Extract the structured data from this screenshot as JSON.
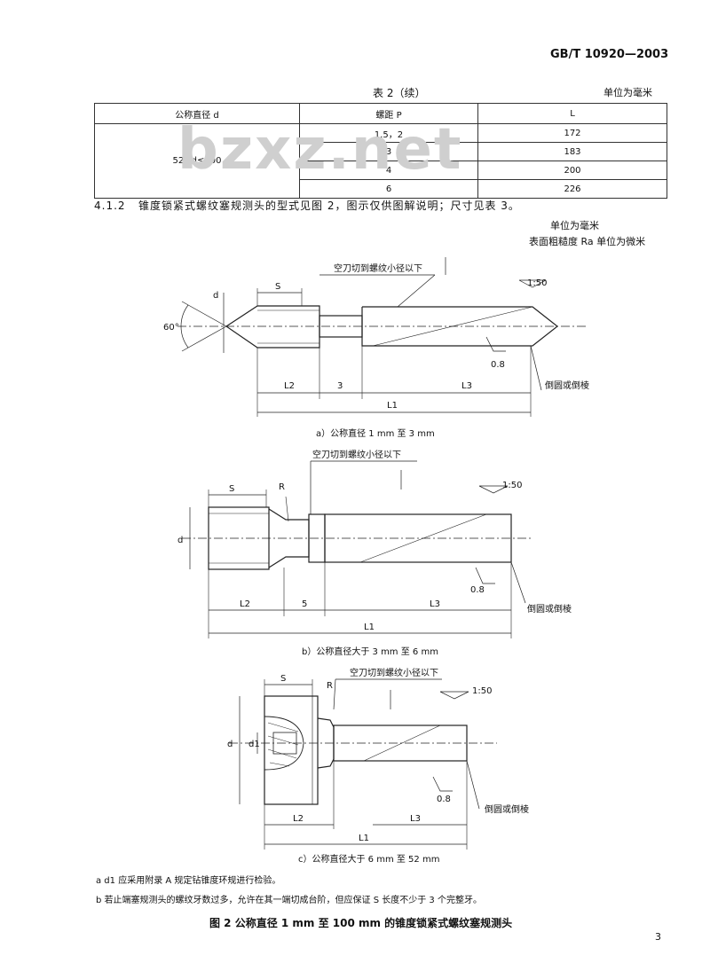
{
  "header": {
    "standard": "GB/T 10920—2003"
  },
  "table2": {
    "caption": "表 2（续）",
    "unit": "单位为毫米",
    "columns": [
      "公称直径 d",
      "螺距 P",
      "L"
    ],
    "range_label": "52<d≤100",
    "rows": [
      {
        "pitch": "1.5，2",
        "L": "172"
      },
      {
        "pitch": "3",
        "L": "183"
      },
      {
        "pitch": "4",
        "L": "200"
      },
      {
        "pitch": "6",
        "L": "226"
      }
    ]
  },
  "watermark": "bzxz.net",
  "section": {
    "number": "4.1.2",
    "text": "锥度锁紧式螺纹塞规测头的型式见图 2，图示仅供图解说明；尺寸见表 3。"
  },
  "units": {
    "line1": "单位为毫米",
    "line2": "表面粗糙度 Ra 单位为微米"
  },
  "figure_a": {
    "undercut_label": "空刀切到螺纹小径以下",
    "taper": "1:50",
    "roughness": "0.8",
    "S": "S",
    "d": "d",
    "angle": "60°",
    "L1": "L1",
    "L2": "L2",
    "L3": "L3",
    "dim3": "3",
    "side_note": "倒圆或倒棱",
    "caption": "a）公称直径 1 mm 至 3 mm"
  },
  "figure_b": {
    "undercut_label": "空刀切到螺纹小径以下",
    "taper": "1:50",
    "roughness": "0.8",
    "S": "S",
    "R": "R",
    "d": "d",
    "L1": "L1",
    "L2": "L2",
    "L3": "L3",
    "dim5": "5",
    "side_note": "倒圆或倒棱",
    "caption": "b）公称直径大于 3 mm 至 6 mm"
  },
  "figure_c": {
    "undercut_label": "空刀切到螺纹小径以下",
    "taper": "1:50",
    "roughness": "0.8",
    "S": "S",
    "R": "R",
    "d": "d",
    "d1": "d1",
    "L1": "L1",
    "L2": "L2",
    "L3": "L3",
    "side_note": "倒圆或倒棱",
    "caption": "c）公称直径大于 6 mm 至 52 mm"
  },
  "notes": [
    "a  d1 应采用附录 A 规定钻锥度环规进行检验。",
    "b  若止端塞规测头的螺纹牙数过多，允许在其一端切成台阶，但应保证 S 长度不少于 3 个完整牙。"
  ],
  "figure_title": "图 2  公称直径 1 mm 至 100 mm 的锥度锁紧式螺纹塞规测头",
  "page_number": "3"
}
